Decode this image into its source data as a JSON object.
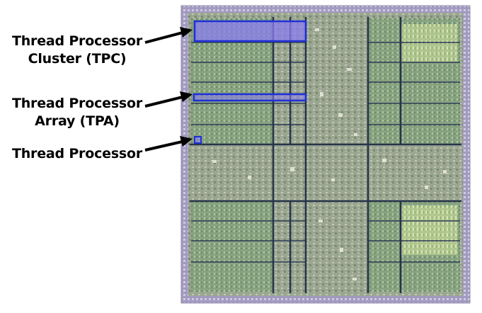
{
  "labels": {
    "tpc": {
      "line1": "Thread Processor",
      "line2": "Cluster (TPC)"
    },
    "tpa": {
      "line1": "Thread Processor",
      "line2": "Array (TPA)"
    },
    "tp": {
      "line1": "Thread Processor"
    }
  },
  "colors": {
    "highlight": "#1e2fd8",
    "highlight_fill": "#8a7cf0",
    "arrow": "#000000",
    "die_border": "#b7b3c9",
    "die_base": "#8f9d88"
  },
  "figure": {
    "subject": "GPU die photograph",
    "image_kind": "photo"
  }
}
